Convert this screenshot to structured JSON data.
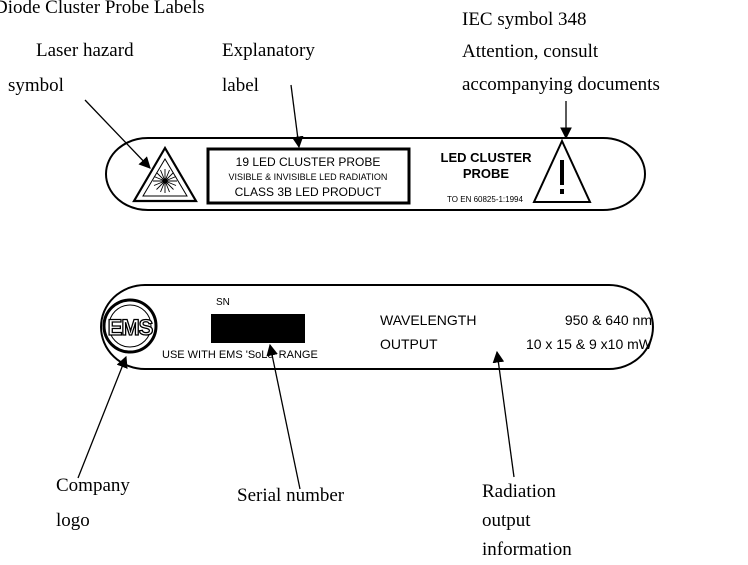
{
  "heading": "Diode Cluster Probe Labels",
  "callouts": {
    "laser_symbol": [
      "Laser hazard",
      "symbol"
    ],
    "explanatory_label": [
      "Explanatory",
      "label"
    ],
    "iec_symbol": [
      "IEC symbol 348",
      "Attention, consult",
      "accompanying documents"
    ],
    "company_logo": [
      "Company",
      "logo"
    ],
    "serial_number": "Serial number",
    "radiation_output": [
      "Radiation",
      "output",
      "information"
    ]
  },
  "top_label": {
    "box_lines": [
      "19 LED CLUSTER PROBE",
      "VISIBLE & INVISIBLE LED RADIATION",
      "CLASS 3B LED PRODUCT"
    ],
    "product_name": [
      "LED CLUSTER",
      "PROBE"
    ],
    "standard": "TO EN 60825-1:1994"
  },
  "bottom_label": {
    "logo_text": "EMS",
    "sn_label": "SN",
    "use_with": "USE WITH EMS 'SoLo' RANGE",
    "wavelength_label": "WAVELENGTH",
    "wavelength_value": "950 & 640 nm",
    "output_label": "OUTPUT",
    "output_value": "10 x 15 & 9 x10 mW"
  },
  "colors": {
    "ink": "#000000",
    "paper": "#ffffff"
  }
}
